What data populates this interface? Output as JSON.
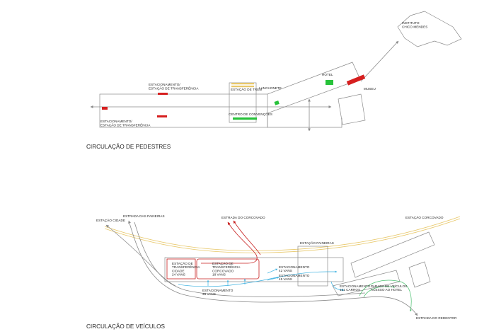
{
  "colors": {
    "building_outline": "#8a8a8a",
    "parking": "#d61f1f",
    "green_marker": "#27c23a",
    "train_rail": "#e8c86a",
    "pedestrian_arrow": "#8a8a8a",
    "vehicle_red": "#c82020",
    "vehicle_cyan": "#3ab0e0",
    "vehicle_green": "#4cc070",
    "vehicle_grey": "#8a8a8a"
  },
  "pedestrians": {
    "title": "CIRCULAÇÃO DE PEDESTRES",
    "labels": {
      "instituto": [
        "INSTITUTO",
        "CHICO MENDES"
      ],
      "hotel": "HOTEL",
      "museu": "MUSEU",
      "lanchonete": "LANCHONETE",
      "estacao_trem": "ESTAÇÃO DE TREM",
      "centro_convencoes": "CENTRO DE CONVENÇÕES",
      "estac_top": [
        "ESTACIONAMENTO/",
        "ESTAÇÃO DE TRANSFERÊNCIA"
      ],
      "estac_bottom": [
        "ESTACIONAMENTO/",
        "ESTAÇÃO DE TRANSFERÊNCIA"
      ]
    }
  },
  "vehicles": {
    "title": "CIRCULAÇÃO DE VEÍCULOS",
    "labels": {
      "estacao_cidade": "ESTAÇÃO CIDADE",
      "estrada_paineiras": "ESTRADA DAS PAINEIRAS",
      "estrada_corcovado": "ESTRADA DO CORCOVADO",
      "estacao_corcovado": "ESTAÇÃO CORCOVADO",
      "estacao_paineiras": "ESTAÇÃO PAINEIRAS",
      "transf_cidade": [
        "ESTAÇÃO DE",
        "TRANSFERÊNCIA",
        "CIDADE",
        "24 VANS"
      ],
      "transf_corcovado": [
        "ESTAÇÃO DE",
        "TRANSFERÊNCIA",
        "CORCOVADO",
        "18 VANS"
      ],
      "estac_36": [
        "ESTACIONAMENTO",
        "36 VANS"
      ],
      "estac_42": [
        "ESTACIONAMENTO",
        "42 VANS"
      ],
      "estac_45": [
        "ESTACIONAMENTO",
        "45 VANS"
      ],
      "estac_101": [
        "ESTACIONAMENTO",
        "101 CARROS"
      ],
      "parada": [
        "PARADA DE VEÍCULOS",
        "ACESSO AO HOTEL"
      ],
      "estrada_redentor": "ESTRADA DO REDENTOR"
    }
  }
}
